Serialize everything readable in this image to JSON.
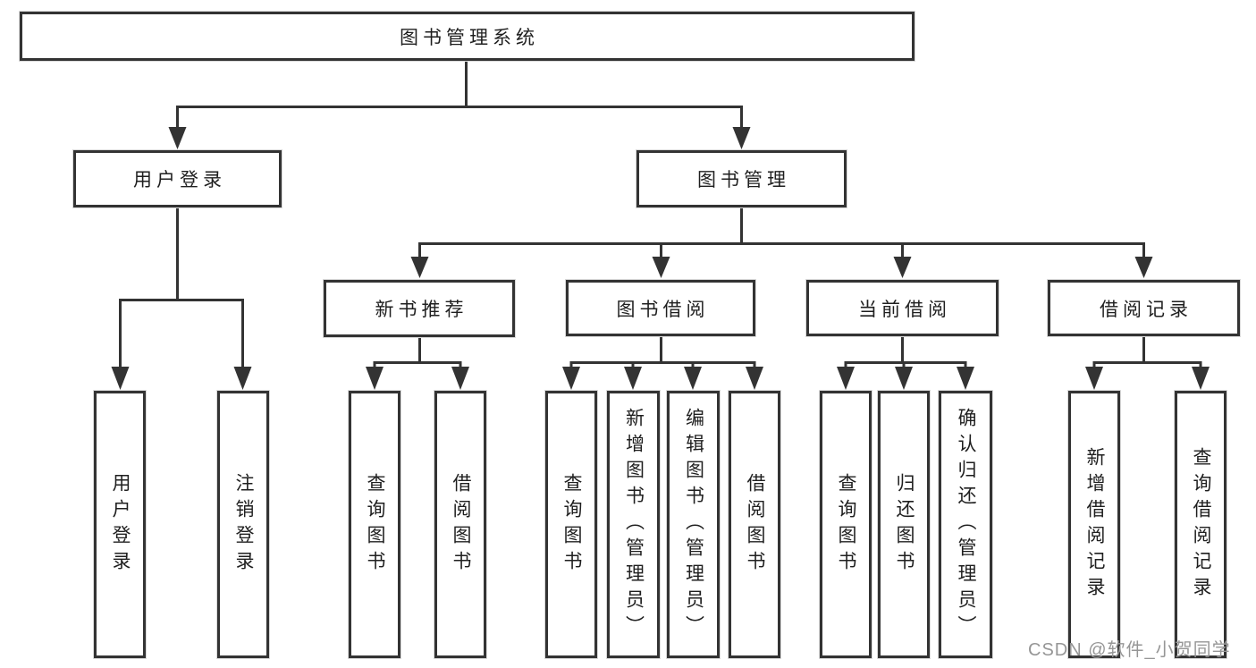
{
  "tree": {
    "label": "图书管理系统",
    "children": [
      {
        "label": "用户登录",
        "children": [
          {
            "label": "用户登录"
          },
          {
            "label": "注销登录"
          }
        ]
      },
      {
        "label": "图书管理",
        "children": [
          {
            "label": "新书推荐",
            "children": [
              {
                "label": "查询图书"
              },
              {
                "label": "借阅图书"
              }
            ]
          },
          {
            "label": "图书借阅",
            "children": [
              {
                "label": "查询图书"
              },
              {
                "label": "新增图书（管理员）"
              },
              {
                "label": "编辑图书（管理员）"
              },
              {
                "label": "借阅图书"
              }
            ]
          },
          {
            "label": "当前借阅",
            "children": [
              {
                "label": "查询图书"
              },
              {
                "label": "归还图书"
              },
              {
                "label": "确认归还（管理员）"
              }
            ]
          },
          {
            "label": "借阅记录",
            "children": [
              {
                "label": "新增借阅记录"
              },
              {
                "label": "查询借阅记录"
              }
            ]
          }
        ]
      }
    ]
  },
  "watermark": {
    "text": "CSDN @软件_小贺同学",
    "color": "#969696"
  },
  "colors": {
    "background": "#ffffff",
    "line": "#333333",
    "box_border": "#333333",
    "text": "#1f1f1f"
  }
}
